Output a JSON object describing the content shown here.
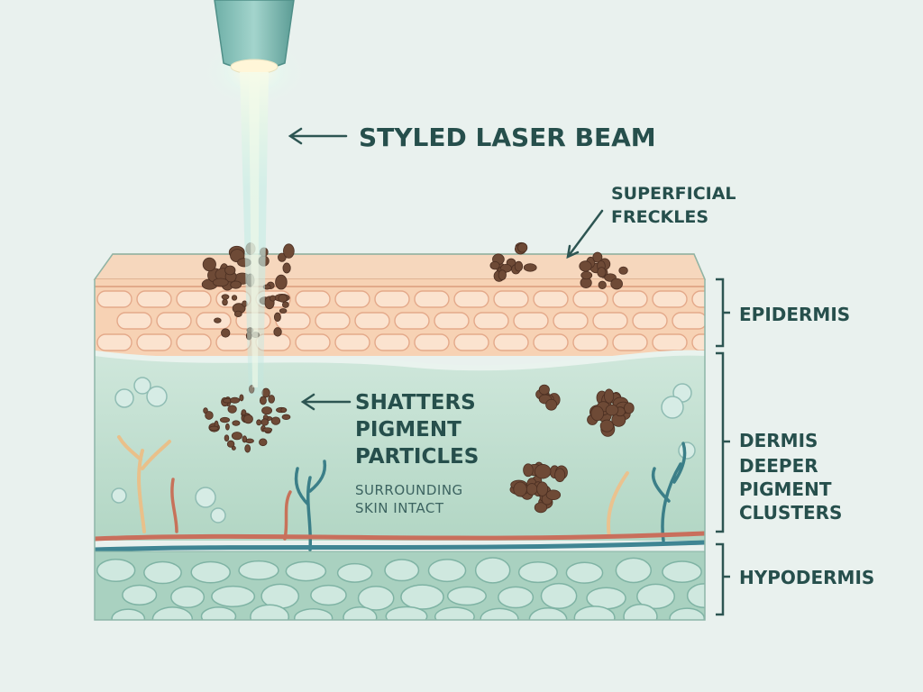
{
  "labels": {
    "laser_beam": "STYLED LASER BEAM",
    "superficial": [
      "SUPERFICIAL",
      "FRECKLES"
    ],
    "epidermis": "EPIDERMIS",
    "shatters": [
      "SHATTERS",
      "PIGMENT",
      "PARTICLES"
    ],
    "surrounding": [
      "SURROUNDING",
      "SKIN INTACT"
    ],
    "dermis": "DERMIS",
    "deeper": [
      "DEEPER",
      "PIGMENT",
      "CLUSTERS"
    ],
    "hypodermis": "HYPODERMIS"
  },
  "colors": {
    "background": "#e9f1ee",
    "epidermis": "#f7d6bb",
    "dermis": "#bcdccb",
    "hypodermis": "#a9d1c0",
    "pigment": "#6e4a36",
    "laser": "#bfe6e0",
    "text": "#264f4c"
  }
}
